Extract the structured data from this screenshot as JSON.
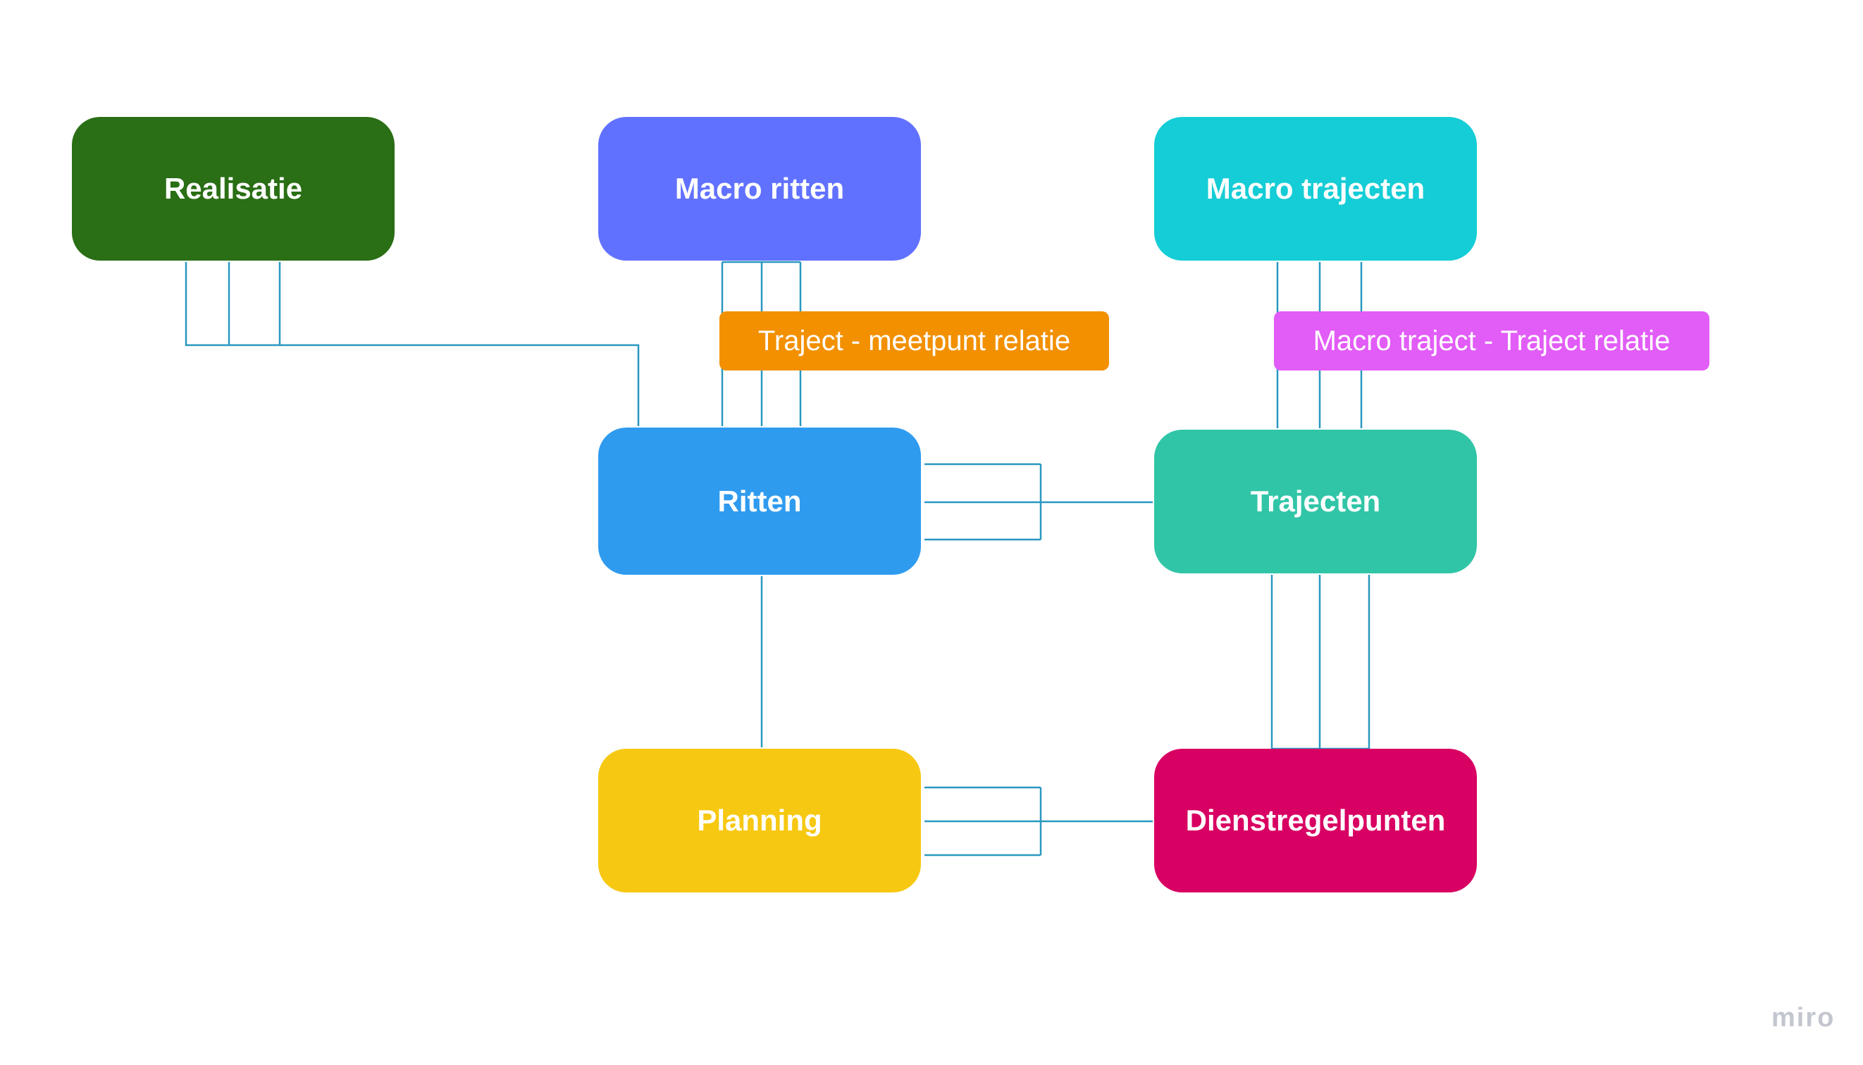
{
  "colors": {
    "connector": "#2a98c0",
    "realisatie": "#2a6e15",
    "macro_ritten": "#6171ff",
    "macro_trajecten": "#14cdd6",
    "ritten": "#2f9bef",
    "trajecten": "#31c5a7",
    "planning": "#f7c811",
    "dienstregelpunten": "#d80063",
    "traject_meetpunt_label": "#f29000",
    "macro_traject_label": "#e25cf7",
    "brand": "#c4c6cf"
  },
  "nodes": {
    "realisatie": "Realisatie",
    "macro_ritten": "Macro ritten",
    "macro_trajecten": "Macro trajecten",
    "ritten": "Ritten",
    "trajecten": "Trajecten",
    "planning": "Planning",
    "dienstregelpunten": "Dienstregelpunten"
  },
  "labels": {
    "traject_meetpunt": "Traject - meetpunt relatie",
    "macro_traject": "Macro traject - Traject relatie"
  },
  "brand": "miro"
}
